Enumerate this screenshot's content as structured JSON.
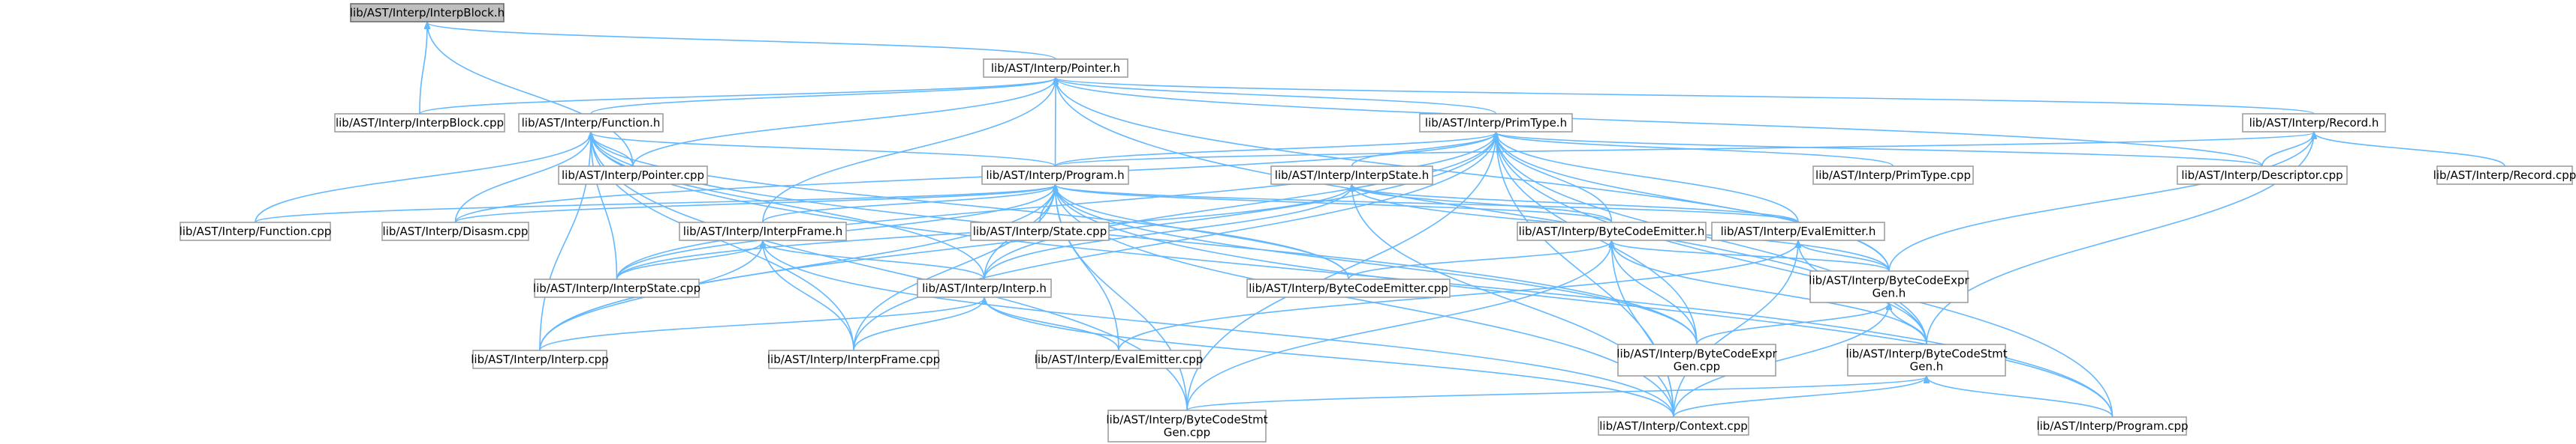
{
  "diagram": {
    "type": "include-dependency-graph",
    "colors": {
      "edge": "#63b8ff",
      "node_border": "#999999",
      "root_fill": "#bfbfbf",
      "node_fill": "#ffffff"
    },
    "nodes": [
      {
        "id": "InterpBlock_h",
        "label": "lib/AST/Interp/InterpBlock.h",
        "root": true
      },
      {
        "id": "Pointer_h",
        "label": "lib/AST/Interp/Pointer.h"
      },
      {
        "id": "InterpBlock_cpp",
        "label": "lib/AST/Interp/InterpBlock.cpp"
      },
      {
        "id": "Function_h",
        "label": "lib/AST/Interp/Function.h"
      },
      {
        "id": "PrimType_h",
        "label": "lib/AST/Interp/PrimType.h"
      },
      {
        "id": "Record_h",
        "label": "lib/AST/Interp/Record.h"
      },
      {
        "id": "Pointer_cpp",
        "label": "lib/AST/Interp/Pointer.cpp"
      },
      {
        "id": "PrimType_cpp",
        "label": "lib/AST/Interp/PrimType.cpp"
      },
      {
        "id": "Descriptor_cpp",
        "label": "lib/AST/Interp/Descriptor.cpp"
      },
      {
        "id": "Record_cpp",
        "label": "lib/AST/Interp/Record.cpp"
      },
      {
        "id": "Program_h",
        "label": "lib/AST/Interp/Program.h"
      },
      {
        "id": "InterpState_h",
        "label": "lib/AST/Interp/InterpState.h"
      },
      {
        "id": "Function_cpp",
        "label": "lib/AST/Interp/Function.cpp"
      },
      {
        "id": "Disasm_cpp",
        "label": "lib/AST/Interp/Disasm.cpp"
      },
      {
        "id": "InterpFrame_h",
        "label": "lib/AST/Interp/InterpFrame.h"
      },
      {
        "id": "State_cpp",
        "label": "lib/AST/Interp/State.cpp"
      },
      {
        "id": "ByteCodeEmitter_h",
        "label": "lib/AST/Interp/ByteCodeEmitter.h"
      },
      {
        "id": "EvalEmitter_h",
        "label": "lib/AST/Interp/EvalEmitter.h"
      },
      {
        "id": "InterpState_cpp",
        "label": "lib/AST/Interp/InterpState.cpp"
      },
      {
        "id": "Interp_h",
        "label": "lib/AST/Interp/Interp.h"
      },
      {
        "id": "ByteCodeEmitter_cpp",
        "label": "lib/AST/Interp/ByteCodeEmitter.cpp"
      },
      {
        "id": "ByteCodeExprGen_h",
        "label": "lib/AST/Interp/ByteCodeExpr\nGen.h"
      },
      {
        "id": "Interp_cpp",
        "label": "lib/AST/Interp/Interp.cpp"
      },
      {
        "id": "InterpFrame_cpp",
        "label": "lib/AST/Interp/InterpFrame.cpp"
      },
      {
        "id": "EvalEmitter_cpp",
        "label": "lib/AST/Interp/EvalEmitter.cpp"
      },
      {
        "id": "ByteCodeExprGen_cpp",
        "label": "lib/AST/Interp/ByteCodeExpr\nGen.cpp"
      },
      {
        "id": "ByteCodeStmtGen_h",
        "label": "lib/AST/Interp/ByteCodeStmt\nGen.h"
      },
      {
        "id": "ByteCodeStmtGen_cpp",
        "label": "lib/AST/Interp/ByteCodeStmt\nGen.cpp"
      },
      {
        "id": "Context_cpp",
        "label": "lib/AST/Interp/Context.cpp"
      },
      {
        "id": "Program_cpp",
        "label": "lib/AST/Interp/Program.cpp"
      }
    ],
    "edges": [
      [
        "InterpBlock_h",
        "Pointer_h"
      ],
      [
        "InterpBlock_h",
        "InterpBlock_cpp"
      ],
      [
        "InterpBlock_h",
        "Pointer_cpp"
      ],
      [
        "Pointer_h",
        "InterpBlock_cpp"
      ],
      [
        "Pointer_h",
        "Function_h"
      ],
      [
        "Pointer_h",
        "PrimType_h"
      ],
      [
        "Pointer_h",
        "Record_h"
      ],
      [
        "Pointer_h",
        "Pointer_cpp"
      ],
      [
        "Pointer_h",
        "Program_h"
      ],
      [
        "Pointer_h",
        "InterpFrame_h"
      ],
      [
        "Pointer_h",
        "Descriptor_cpp"
      ],
      [
        "Pointer_h",
        "ByteCodeExprGen_h"
      ],
      [
        "Pointer_h",
        "ByteCodeStmtGen_h"
      ],
      [
        "Function_h",
        "Pointer_cpp"
      ],
      [
        "Function_h",
        "Program_h"
      ],
      [
        "Function_h",
        "Function_cpp"
      ],
      [
        "Function_h",
        "Disasm_cpp"
      ],
      [
        "Function_h",
        "InterpState_cpp"
      ],
      [
        "Function_h",
        "Interp_h"
      ],
      [
        "Function_h",
        "Interp_cpp"
      ],
      [
        "Function_h",
        "InterpFrame_cpp"
      ],
      [
        "Function_h",
        "ByteCodeStmtGen_cpp"
      ],
      [
        "Function_h",
        "ByteCodeEmitter_cpp"
      ],
      [
        "Function_h",
        "ByteCodeExprGen_cpp"
      ],
      [
        "Function_h",
        "Program_cpp"
      ],
      [
        "PrimType_h",
        "Program_h"
      ],
      [
        "PrimType_h",
        "InterpState_h"
      ],
      [
        "PrimType_h",
        "PrimType_cpp"
      ],
      [
        "PrimType_h",
        "Descriptor_cpp"
      ],
      [
        "PrimType_h",
        "Disasm_cpp"
      ],
      [
        "PrimType_h",
        "InterpState_cpp"
      ],
      [
        "PrimType_h",
        "Interp_h"
      ],
      [
        "PrimType_h",
        "ByteCodeEmitter_h"
      ],
      [
        "PrimType_h",
        "EvalEmitter_h"
      ],
      [
        "PrimType_h",
        "ByteCodeExprGen_h"
      ],
      [
        "PrimType_h",
        "ByteCodeStmtGen_h"
      ],
      [
        "PrimType_h",
        "Interp_cpp"
      ],
      [
        "PrimType_h",
        "InterpFrame_cpp"
      ],
      [
        "PrimType_h",
        "ByteCodeExprGen_cpp"
      ],
      [
        "PrimType_h",
        "ByteCodeStmtGen_cpp"
      ],
      [
        "PrimType_h",
        "Context_cpp"
      ],
      [
        "PrimType_h",
        "Program_cpp"
      ],
      [
        "Record_h",
        "Program_h"
      ],
      [
        "Record_h",
        "Descriptor_cpp"
      ],
      [
        "Record_h",
        "Record_cpp"
      ],
      [
        "Record_h",
        "ByteCodeExprGen_h"
      ],
      [
        "Record_h",
        "ByteCodeStmtGen_h"
      ],
      [
        "Program_h",
        "Function_cpp"
      ],
      [
        "Program_h",
        "Disasm_cpp"
      ],
      [
        "Program_h",
        "InterpFrame_h"
      ],
      [
        "Program_h",
        "State_cpp"
      ],
      [
        "Program_h",
        "ByteCodeEmitter_h"
      ],
      [
        "Program_h",
        "EvalEmitter_h"
      ],
      [
        "Program_h",
        "InterpState_cpp"
      ],
      [
        "Program_h",
        "Interp_h"
      ],
      [
        "Program_h",
        "ByteCodeEmitter_cpp"
      ],
      [
        "Program_h",
        "Interp_cpp"
      ],
      [
        "Program_h",
        "InterpFrame_cpp"
      ],
      [
        "Program_h",
        "EvalEmitter_cpp"
      ],
      [
        "Program_h",
        "ByteCodeExprGen_cpp"
      ],
      [
        "Program_h",
        "ByteCodeStmtGen_cpp"
      ],
      [
        "Program_h",
        "Context_cpp"
      ],
      [
        "Program_h",
        "Program_cpp"
      ],
      [
        "InterpState_h",
        "ByteCodeEmitter_h"
      ],
      [
        "InterpState_h",
        "EvalEmitter_h"
      ],
      [
        "InterpState_h",
        "InterpState_cpp"
      ],
      [
        "InterpState_h",
        "Interp_h"
      ],
      [
        "InterpState_h",
        "ByteCodeExprGen_h"
      ],
      [
        "InterpState_h",
        "Context_cpp"
      ],
      [
        "InterpFrame_h",
        "InterpState_cpp"
      ],
      [
        "InterpFrame_h",
        "Interp_h"
      ],
      [
        "InterpFrame_h",
        "Interp_cpp"
      ],
      [
        "InterpFrame_h",
        "InterpFrame_cpp"
      ],
      [
        "InterpFrame_h",
        "Context_cpp"
      ],
      [
        "ByteCodeEmitter_h",
        "ByteCodeEmitter_cpp"
      ],
      [
        "ByteCodeEmitter_h",
        "ByteCodeExprGen_h"
      ],
      [
        "ByteCodeEmitter_h",
        "ByteCodeExprGen_cpp"
      ],
      [
        "ByteCodeEmitter_h",
        "ByteCodeStmtGen_h"
      ],
      [
        "ByteCodeEmitter_h",
        "ByteCodeStmtGen_cpp"
      ],
      [
        "ByteCodeEmitter_h",
        "Context_cpp"
      ],
      [
        "EvalEmitter_h",
        "ByteCodeExprGen_h"
      ],
      [
        "EvalEmitter_h",
        "EvalEmitter_cpp"
      ],
      [
        "EvalEmitter_h",
        "ByteCodeStmtGen_h"
      ],
      [
        "EvalEmitter_h",
        "Context_cpp"
      ],
      [
        "Interp_h",
        "Interp_cpp"
      ],
      [
        "Interp_h",
        "InterpFrame_cpp"
      ],
      [
        "Interp_h",
        "EvalEmitter_cpp"
      ],
      [
        "Interp_h",
        "Context_cpp"
      ],
      [
        "ByteCodeExprGen_h",
        "ByteCodeExprGen_cpp"
      ],
      [
        "ByteCodeExprGen_h",
        "ByteCodeStmtGen_h"
      ],
      [
        "ByteCodeExprGen_h",
        "Context_cpp"
      ],
      [
        "ByteCodeStmtGen_h",
        "ByteCodeStmtGen_cpp"
      ],
      [
        "ByteCodeStmtGen_h",
        "Context_cpp"
      ],
      [
        "ByteCodeStmtGen_h",
        "Program_cpp"
      ]
    ]
  }
}
